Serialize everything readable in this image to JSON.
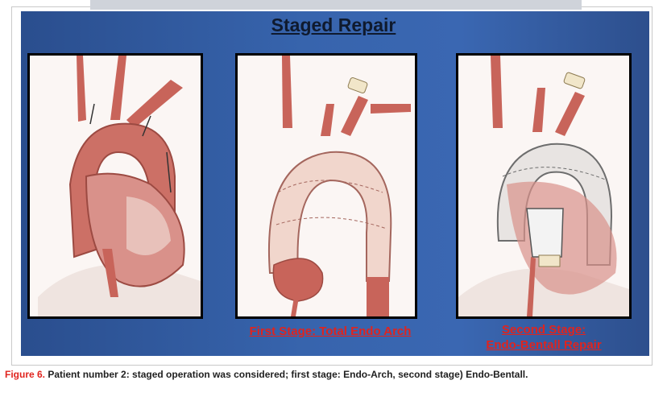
{
  "slide": {
    "title": "Staged Repair",
    "panels": [
      {
        "caption_lines": []
      },
      {
        "caption_lines": [
          "First Stage: Total Endo Arch"
        ]
      },
      {
        "caption_lines": [
          "Second Stage:",
          "Endo-Bentall Repair"
        ]
      }
    ]
  },
  "figure_caption": {
    "label": "Figure 6.",
    "text": "Patient number 2: staged operation was considered; first stage: Endo-Arch, second stage) Endo-Bentall."
  },
  "colors": {
    "slide_blue": "#3764ad",
    "caption_red": "#e0241e",
    "aorta_red": "#c8645a",
    "stent_graft": "#f1d6cc"
  }
}
